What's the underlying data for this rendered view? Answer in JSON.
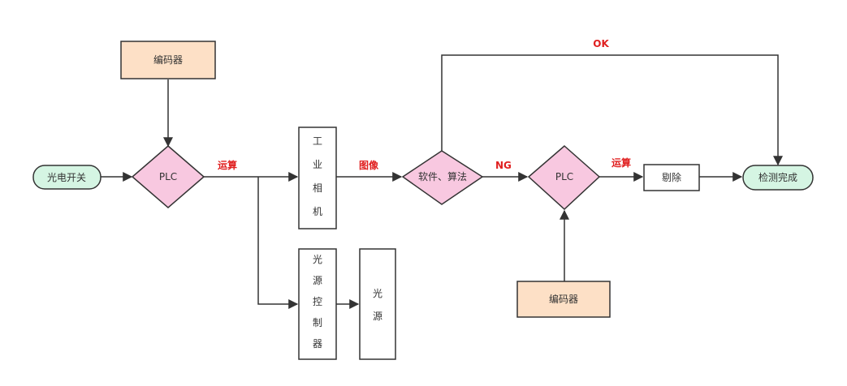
{
  "colors": {
    "edge": "#333333",
    "label_red": "#e02020",
    "terminal_fill": "#d5f5e3",
    "decision_fill": "#f8c8e0",
    "encoder_fill": "#fde0c6",
    "process_fill": "#ffffff"
  },
  "nodes": {
    "photo_switch": "光电开关",
    "encoder_top": "编码器",
    "plc_left": "PLC",
    "camera": [
      "工",
      "业",
      "相",
      "机"
    ],
    "light_controller": [
      "光",
      "源",
      "控",
      "制",
      "器"
    ],
    "light_source": [
      "光",
      "源"
    ],
    "software_algorithm": "软件、算法",
    "plc_right": "PLC",
    "encoder_bottom": "编码器",
    "reject": "剔除",
    "inspection_done": "检测完成"
  },
  "edge_labels": {
    "compute_left": "运算",
    "image": "图像",
    "ng": "NG",
    "ok": "OK",
    "compute_right": "运算"
  }
}
